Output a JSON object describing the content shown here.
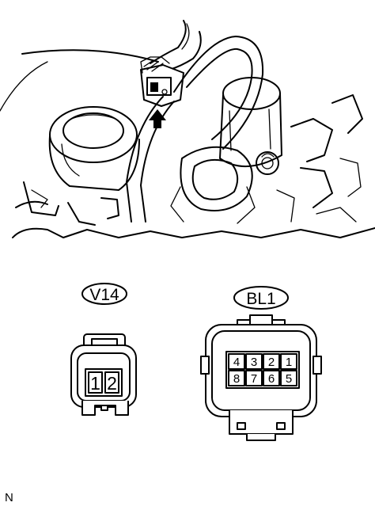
{
  "connectors": [
    {
      "label": "V14",
      "pins": [
        "1",
        "2"
      ]
    },
    {
      "label": "BL1",
      "pins_top": [
        "4",
        "3",
        "2",
        "1"
      ],
      "pins_bottom": [
        "8",
        "7",
        "6",
        "5"
      ]
    }
  ],
  "footer_code": "N",
  "icons": {
    "arrow": "up-arrow-icon"
  }
}
